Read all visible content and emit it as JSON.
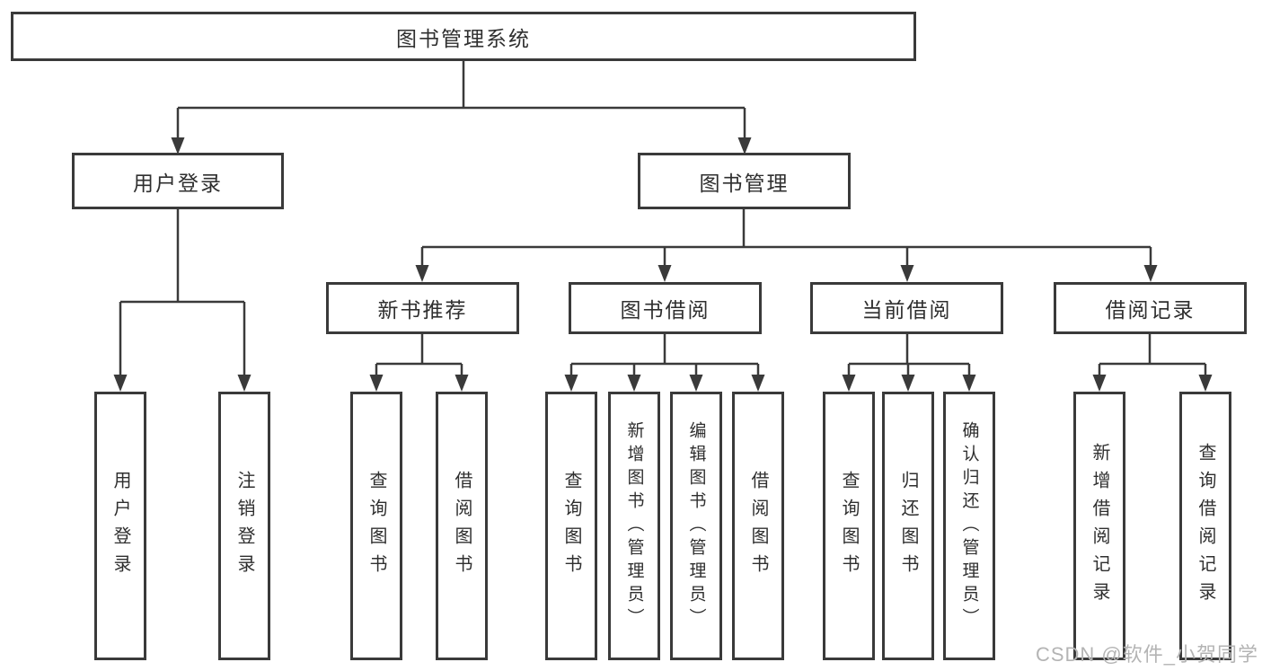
{
  "colors": {
    "background": "#ffffff",
    "line": "#3a3a3a",
    "box_border": "#3a3a3a",
    "text": "#2f2f2f",
    "watermark": "#b4b4b4"
  },
  "tree": {
    "root": "图书管理系统",
    "children": [
      {
        "label": "用户登录",
        "children": [
          {
            "label": "用户登录"
          },
          {
            "label": "注销登录"
          }
        ]
      },
      {
        "label": "图书管理",
        "children": [
          {
            "label": "新书推荐",
            "children": [
              {
                "label": "查询图书"
              },
              {
                "label": "借阅图书"
              }
            ]
          },
          {
            "label": "图书借阅",
            "children": [
              {
                "label": "查询图书"
              },
              {
                "label": "新增图书（管理员）"
              },
              {
                "label": "编辑图书（管理员）"
              },
              {
                "label": "借阅图书"
              }
            ]
          },
          {
            "label": "当前借阅",
            "children": [
              {
                "label": "查询图书"
              },
              {
                "label": "归还图书"
              },
              {
                "label": "确认归还（管理员）"
              }
            ]
          },
          {
            "label": "借阅记录",
            "children": [
              {
                "label": "新增借阅记录"
              },
              {
                "label": "查询借阅记录"
              }
            ]
          }
        ]
      }
    ]
  },
  "watermark": {
    "text": "CSDN @软件_小贺同学"
  }
}
